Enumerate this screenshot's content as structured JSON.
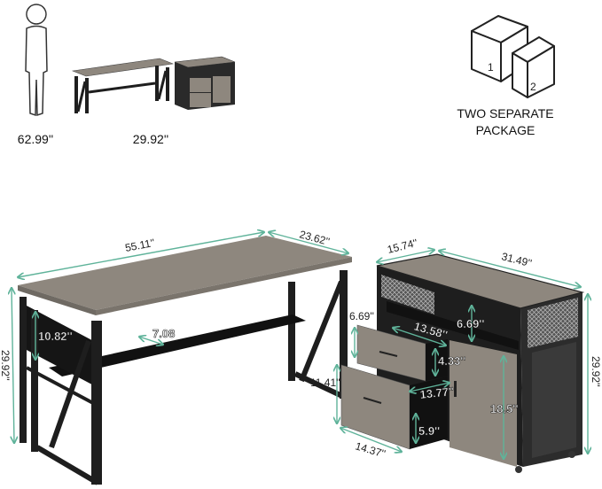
{
  "overview": {
    "person_height": "62.99''",
    "desk_height": "29.92''"
  },
  "package": {
    "box_numbers": [
      "1",
      "2"
    ],
    "line1": "TWO SEPARATE",
    "line2": "PACKAGE"
  },
  "desk": {
    "length": "55.11''",
    "depth": "23.62''",
    "height": "29.92''",
    "shelf_height": "10.82''",
    "shelf_depth": "7.08",
    "clearance": "11.41''"
  },
  "cabinet": {
    "depth": "15.74''",
    "width": "31.49''",
    "height": "29.92''",
    "drawer_front_height": "6.69''",
    "open_shelf_height": "6.69''",
    "top_drawer_depth": "13.58''",
    "top_drawer_height": "4.33''",
    "bottom_drawer_depth": "13.77''",
    "bottom_drawer_height": "5.9''",
    "bottom_drawer_width": "14.37''",
    "door_height": "18.5''"
  },
  "colors": {
    "dimension_line": "#5fb39a",
    "wood": "#8e877e",
    "frame": "#1e1e1e"
  }
}
